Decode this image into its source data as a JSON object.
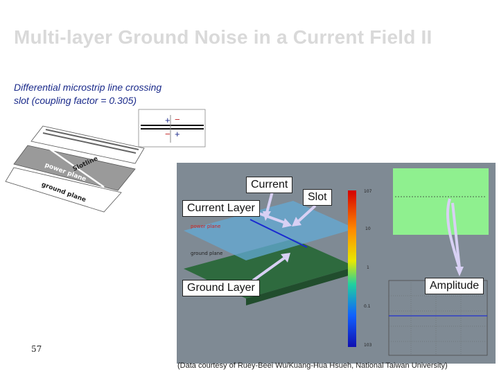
{
  "title": "Multi-layer Ground Noise in a Current Field II",
  "subtitle": {
    "line1": "Differential microstrip line crossing",
    "line2": "slot   (coupling factor = 0.305)"
  },
  "sketch": {
    "slotline_label": "Slotline",
    "power_plane_label": "power plane",
    "ground_plane_label": "ground plane",
    "plus": "+",
    "minus": "−"
  },
  "callouts": {
    "current": "Current",
    "current_layer": "Current Layer",
    "slot": "Slot",
    "ground_layer": "Ground Layer",
    "amplitude": "Amplitude"
  },
  "field_plot": {
    "power_plane_label": "power plane",
    "ground_plane_label": "ground plane",
    "colorbar_ticks": [
      "107",
      "10",
      "1",
      "0.1",
      "103"
    ]
  },
  "page_number": "57",
  "caption": "(Data courtesy of Ruey-Beei Wu/Kuang-Hua Hsueh, National Taiwan University)",
  "colors": {
    "title": "#d9d9d9",
    "subtitle": "#1a2a8a",
    "panel": "#7f8a94",
    "green_plot": "#8ff08f"
  }
}
